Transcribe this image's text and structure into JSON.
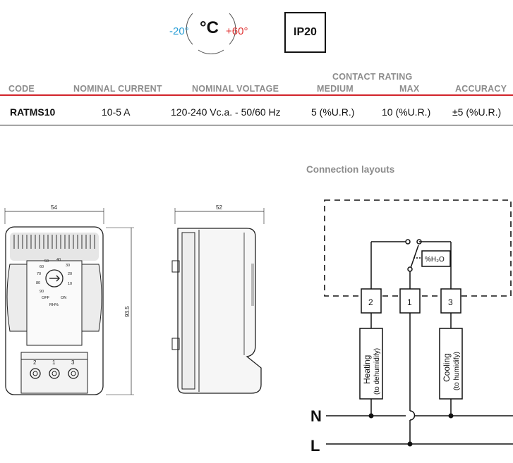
{
  "temperature": {
    "min": "-20°",
    "unit": "°C",
    "max": "+60°"
  },
  "ip_rating": "IP20",
  "table": {
    "group_header": "CONTACT RATING",
    "headers": [
      "CODE",
      "NOMINAL CURRENT",
      "NOMINAL VOLTAGE",
      "MEDIUM",
      "MAX",
      "ACCURACY"
    ],
    "row": [
      "RATMS10",
      "10-5 A",
      "120-240 Vc.a. - 50/60 Hz",
      "5 (%U.R.)",
      "10 (%U.R.)",
      "±5 (%U.R.)"
    ]
  },
  "section_title": "Connection layouts",
  "drawing": {
    "front_width": "54",
    "side_width": "52",
    "height": "93.5",
    "dial_marks": [
      "50",
      "40",
      "60",
      "30",
      "70",
      "20",
      "80",
      "10",
      "90"
    ],
    "off_label": "OFF",
    "on_label": "ON",
    "rh_label": "RH%",
    "terminal_numbers": [
      "2",
      "1",
      "3"
    ]
  },
  "wiring": {
    "terminals": [
      "2",
      "1",
      "3"
    ],
    "sensor_label": "%H₂O",
    "load_heating": "Heating",
    "load_heating_sub": "(to dehumidify)",
    "load_cooling": "Cooling",
    "load_cooling_sub": "(to humidify)",
    "line_n": "N",
    "line_l": "L"
  }
}
